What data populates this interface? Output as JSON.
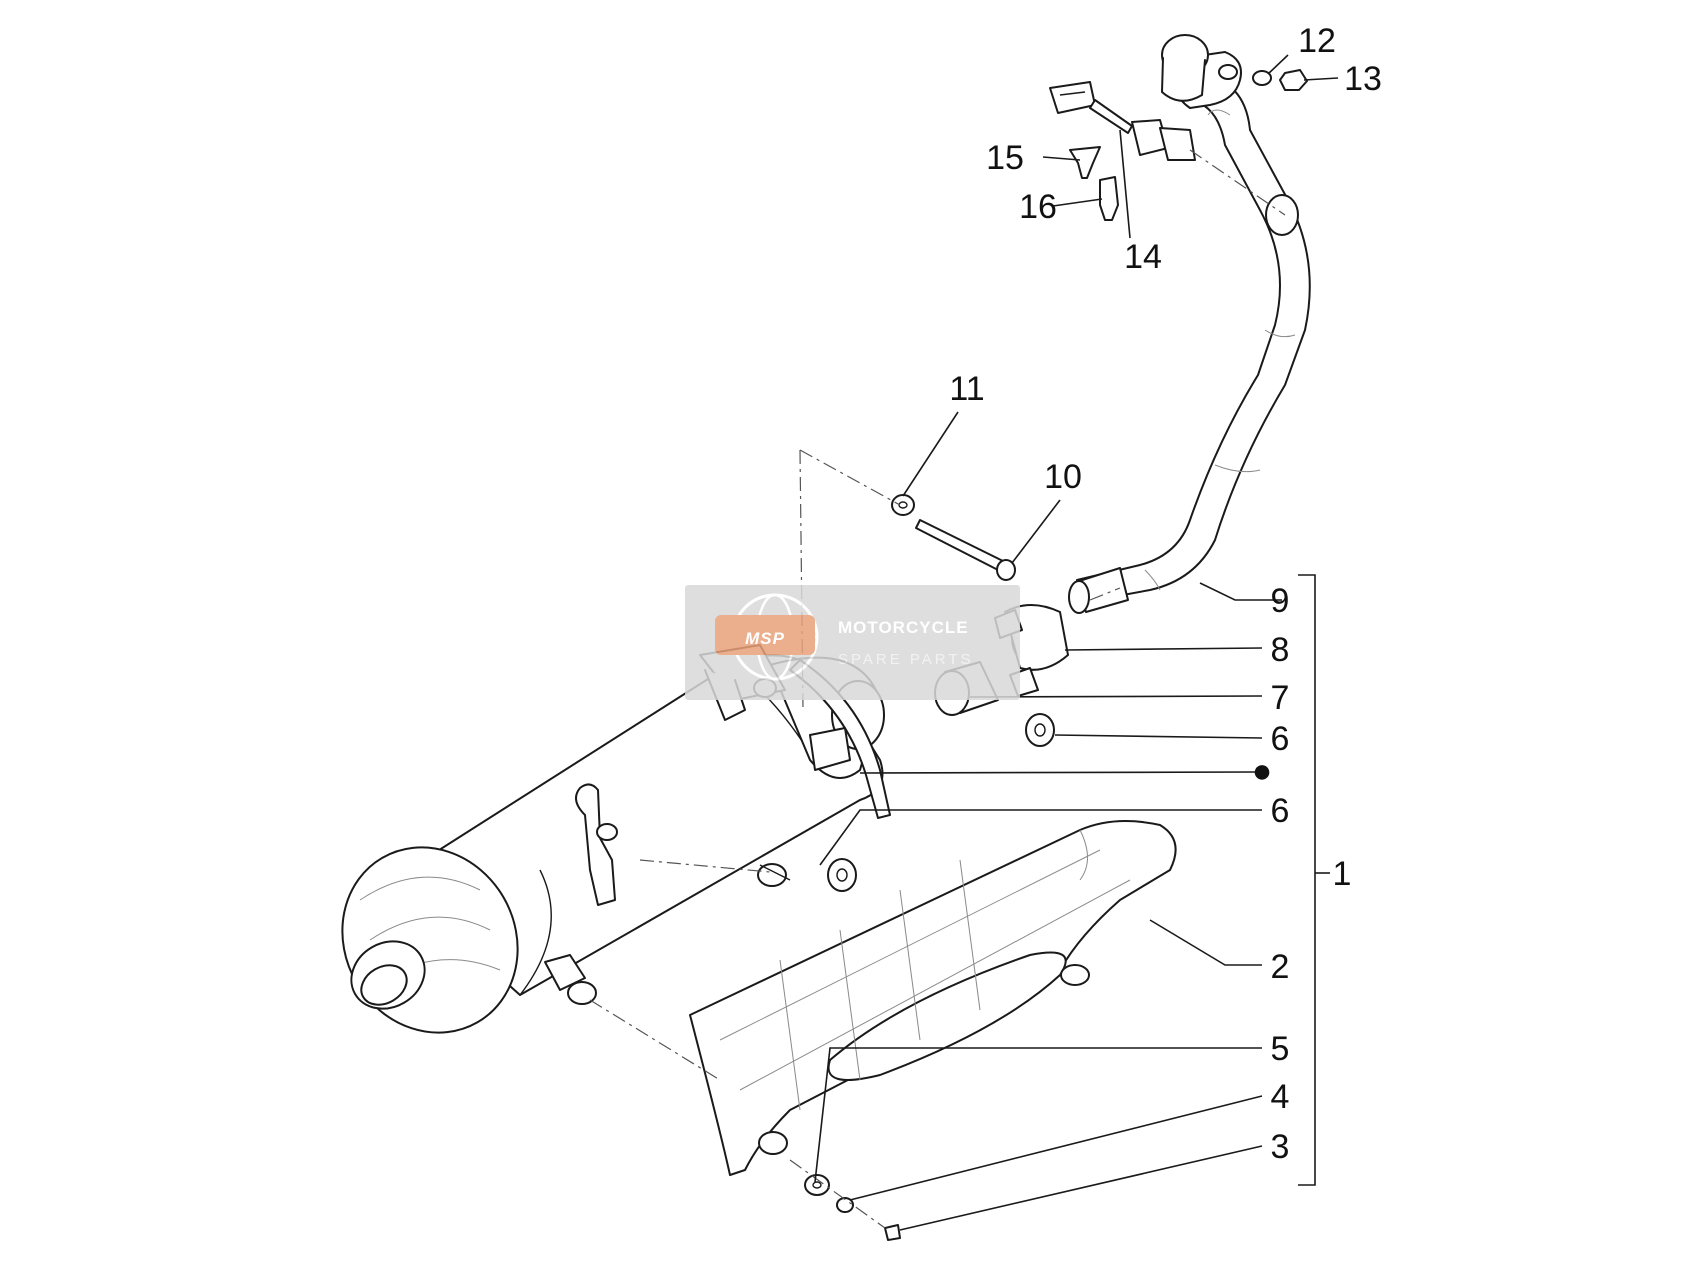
{
  "diagram": {
    "callouts": [
      {
        "id": "c12",
        "label": "12"
      },
      {
        "id": "c13",
        "label": "13"
      },
      {
        "id": "c15",
        "label": "15"
      },
      {
        "id": "c16",
        "label": "16"
      },
      {
        "id": "c14",
        "label": "14"
      },
      {
        "id": "c11",
        "label": "11"
      },
      {
        "id": "c10",
        "label": "10"
      },
      {
        "id": "c9",
        "label": "9"
      },
      {
        "id": "c8",
        "label": "8"
      },
      {
        "id": "c7",
        "label": "7"
      },
      {
        "id": "c6a",
        "label": "6"
      },
      {
        "id": "c6b",
        "label": "6"
      },
      {
        "id": "c1",
        "label": "1"
      },
      {
        "id": "c2",
        "label": "2"
      },
      {
        "id": "c5",
        "label": "5"
      },
      {
        "id": "c4",
        "label": "4"
      },
      {
        "id": "c3",
        "label": "3"
      }
    ],
    "assembly_marker": "●"
  },
  "watermark": {
    "logo_text": "MSP",
    "line1": "MOTORCYCLE",
    "line2": "SPARE PARTS",
    "colors": {
      "badge": "#e8a27a",
      "band": "#d9d9d9",
      "text1": "#ffffff",
      "text2": "#f0f0f0"
    }
  }
}
